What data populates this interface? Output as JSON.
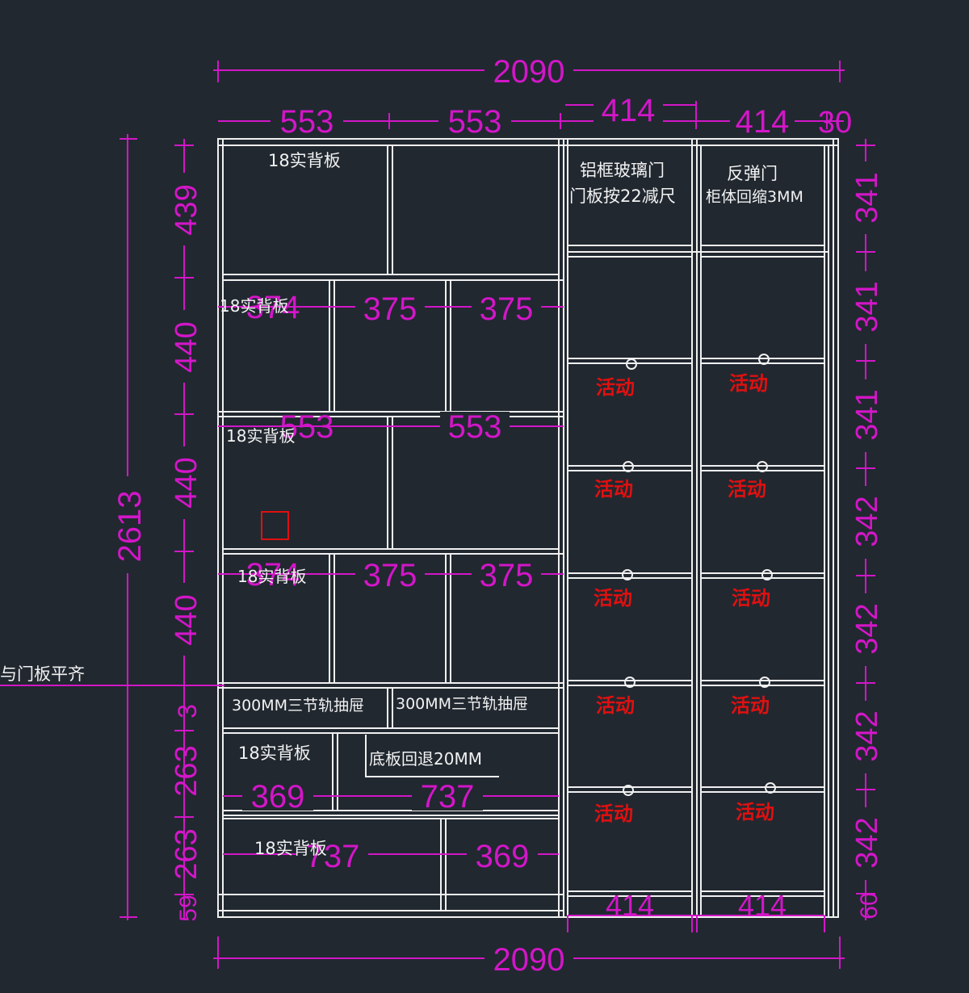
{
  "colors": {
    "background": "#212830",
    "lines": "#f0f0f0",
    "dimension": "#d316c8",
    "active_note": "#e01010",
    "marker": "#e01010"
  },
  "dims": {
    "overall_top": "2090",
    "overall_bottom": "2090",
    "top_553_a": "553",
    "top_553_b": "553",
    "top_414_a": "414",
    "top_414_b": "414",
    "top_30": "30",
    "total_height": "2613",
    "left_439": "439",
    "left_440_a": "440",
    "left_440_b": "440",
    "left_440_c": "440",
    "left_263_a": "263",
    "left_263_b": "263",
    "left_3": "3",
    "left_59": "59",
    "right_341_a": "341",
    "right_341_b": "341",
    "right_341_c": "341",
    "right_342_a": "342",
    "right_342_b": "342",
    "right_342_c": "342",
    "right_342_d": "342",
    "right_60": "60",
    "row2_374": "374",
    "row2_375_a": "375",
    "row2_375_b": "375",
    "row3_553_a": "553",
    "row3_553_b": "553",
    "row4_374": "374",
    "row4_375_a": "375",
    "row4_375_b": "375",
    "row6_369": "369",
    "row6_737": "737",
    "row7_737": "737",
    "row7_369": "369",
    "base_414_a": "414",
    "base_414_b": "414"
  },
  "notes": {
    "back_1": "18实背板",
    "back_2": "18实背板",
    "back_3": "18实背板",
    "back_4": "18实背板",
    "back_5": "18实背板",
    "back_6": "18实背板",
    "door_glass_1": "铝框玻璃门",
    "door_glass_2": "门板按22减尺",
    "door_push_1": "反弹门",
    "door_push_2": "柜体回缩3MM",
    "drawer_1": "300MM三节轨抽屉",
    "drawer_2": "300MM三节轨抽屉",
    "base_setback": "底板回退20MM",
    "flush_note": "与门板平齐"
  },
  "active_label": "活动"
}
